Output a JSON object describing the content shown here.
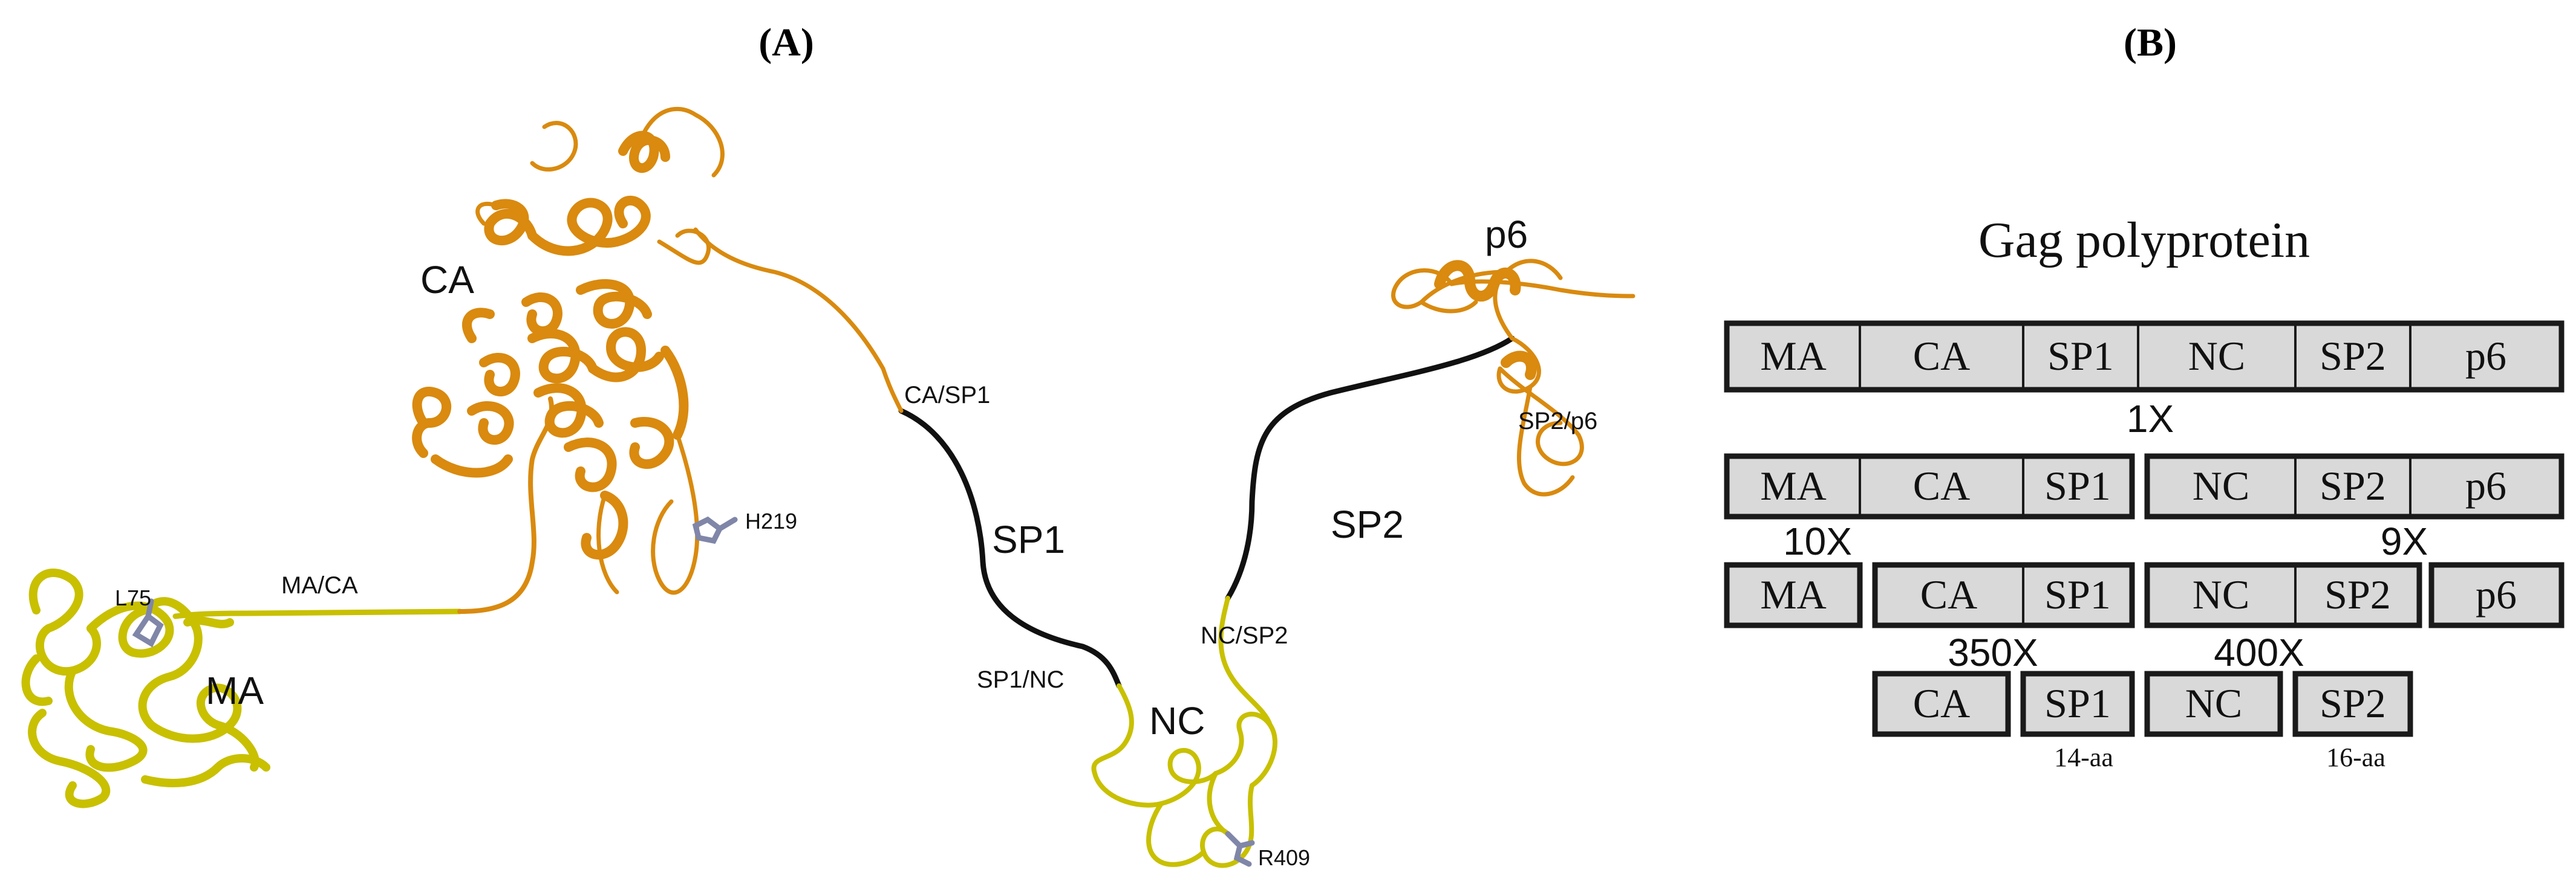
{
  "panel_a": {
    "label": "(A)",
    "domains": {
      "ma": "MA",
      "ca": "CA",
      "sp1": "SP1",
      "nc": "NC",
      "sp2": "SP2",
      "p6": "p6"
    },
    "junctions": {
      "ma_ca": "MA/CA",
      "ca_sp1": "CA/SP1",
      "sp1_nc": "SP1/NC",
      "nc_sp2": "NC/SP2",
      "sp2_p6": "SP2/p6"
    },
    "residues": {
      "l75": "L75",
      "h219": "H219",
      "r409": "R409"
    },
    "colors": {
      "ma": "#c8c000",
      "ca": "#d98a0f",
      "linker": "#111111",
      "residue": "#7f86a8"
    }
  },
  "panel_b": {
    "label": "(B)",
    "title": "Gag polyprotein",
    "rows": [
      [
        "MA",
        "CA",
        "SP1",
        "NC",
        "SP2",
        "p6"
      ],
      [
        "MA",
        "CA",
        "SP1",
        "NC",
        "SP2",
        "p6"
      ],
      [
        "MA",
        "CA",
        "SP1",
        "NC",
        "SP2",
        "p6"
      ],
      [
        "CA",
        "SP1",
        "NC",
        "SP2"
      ]
    ],
    "rates": {
      "r1": "1X",
      "r10": "10X",
      "r9": "9X",
      "r350": "350X",
      "r400": "400X"
    },
    "lengths": {
      "sp1": "14-aa",
      "sp2": "16-aa"
    }
  }
}
